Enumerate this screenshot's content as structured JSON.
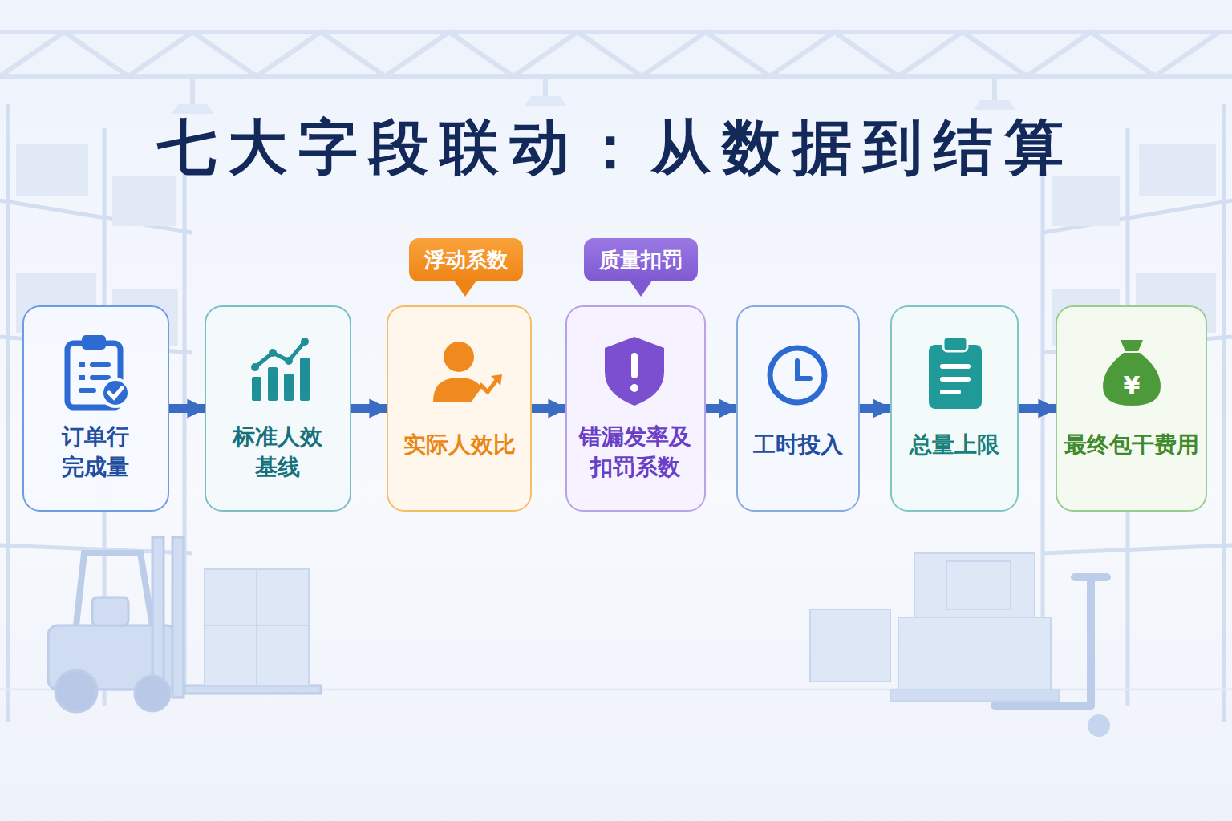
{
  "diagram": {
    "title": "七大字段联动：从数据到结算",
    "nodes": [
      {
        "text": [
          "浮动系数"
        ]
      },
      {
        "text": [
          "质量扣罚"
        ]
      },
      {
        "text": [
          "订单行 完成量"
        ]
      },
      {
        "text": [
          "标准人效 基线"
        ]
      },
      {
        "text": [
          "实际人效比"
        ]
      },
      {
        "text": [
          "错漏发率及 扣罚系数"
        ]
      },
      {
        "text": [
          "工时投入"
        ]
      },
      {
        "text": [
          "总量上限"
        ]
      },
      {
        "text": [
          "最终包干费用"
        ]
      }
    ],
    "edges": [
      {
        "from": 2,
        "to": 3,
        "arrow": "to"
      },
      {
        "from": 3,
        "to": 4,
        "arrow": "to"
      },
      {
        "from": 4,
        "to": 5,
        "arrow": "to"
      },
      {
        "from": 5,
        "to": 6,
        "arrow": "to"
      },
      {
        "from": 6,
        "to": 7,
        "arrow": "to"
      },
      {
        "from": 7,
        "to": 8,
        "arrow": "to"
      }
    ],
    "labels": [
      "¥"
    ]
  }
}
